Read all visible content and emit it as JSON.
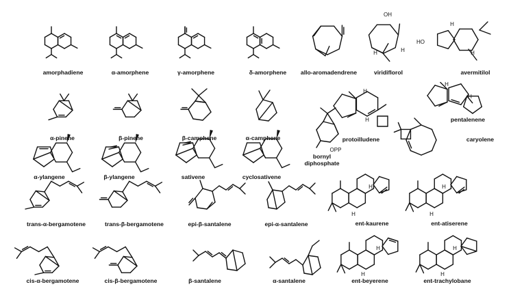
{
  "figure": {
    "compounds": [
      {
        "label": "amorphadiene",
        "parts": [
          {
            "t": "amorphadiene"
          }
        ]
      },
      {
        "label": "α-amorphene",
        "parts": [
          {
            "t": "α-amorphene"
          }
        ]
      },
      {
        "label": "γ-amorphene",
        "parts": [
          {
            "t": "γ-amorphene"
          }
        ]
      },
      {
        "label": "δ-amorphene",
        "parts": [
          {
            "t": "δ-amorphene"
          }
        ]
      },
      {
        "label": "allo-aromadendrene",
        "parts": [
          {
            "t": "allo",
            "i": true
          },
          {
            "t": "-aromadendrene"
          }
        ]
      },
      {
        "label": "viridiflorol",
        "parts": [
          {
            "t": "viridiflorol"
          }
        ],
        "atoms": [
          "OH",
          "H",
          "H"
        ]
      },
      {
        "label": "avermitilol",
        "parts": [
          {
            "t": "avermitilol"
          }
        ],
        "atoms": [
          "HO",
          "H",
          "H"
        ]
      },
      {
        "label": "α-pinene",
        "parts": [
          {
            "t": "α-pinene"
          }
        ]
      },
      {
        "label": "β-pinene",
        "parts": [
          {
            "t": "β-pinene"
          }
        ]
      },
      {
        "label": "β-camphene",
        "parts": [
          {
            "t": "β-camphene"
          }
        ]
      },
      {
        "label": "α-camphene",
        "parts": [
          {
            "t": "α-camphene"
          }
        ]
      },
      {
        "label": "protoilludene",
        "parts": [
          {
            "t": "protoilludene"
          }
        ],
        "atoms": [
          "H",
          "H"
        ]
      },
      {
        "label": "pentalenene",
        "parts": [
          {
            "t": "pentalenene"
          }
        ],
        "atoms": [
          "H",
          "H"
        ]
      },
      {
        "label": "bornyl diphosphate",
        "parts": [
          {
            "t": "bornyl"
          }
        ],
        "parts2": [
          {
            "t": "diphosphate"
          }
        ],
        "atoms": [
          "OPP"
        ]
      },
      {
        "label": "caryolene",
        "parts": [
          {
            "t": "caryolene"
          }
        ]
      },
      {
        "label": "α-ylangene",
        "parts": [
          {
            "t": "α-ylangene"
          }
        ]
      },
      {
        "label": "β-ylangene",
        "parts": [
          {
            "t": "β-ylangene"
          }
        ]
      },
      {
        "label": "sativene",
        "parts": [
          {
            "t": "sativene"
          }
        ]
      },
      {
        "label": "cyclosativene",
        "parts": [
          {
            "t": "cyclosativene"
          }
        ]
      },
      {
        "label": "ent-kaurene",
        "parts": [
          {
            "t": "ent",
            "i": true
          },
          {
            "t": "-kaurene"
          }
        ],
        "atoms": [
          "H",
          "H"
        ]
      },
      {
        "label": "ent-atiserene",
        "parts": [
          {
            "t": "ent",
            "i": true
          },
          {
            "t": "-atiserene"
          }
        ],
        "atoms": [
          "H",
          "H"
        ]
      },
      {
        "label": "trans-α-bergamotene",
        "parts": [
          {
            "t": "trans",
            "i": true
          },
          {
            "t": "-α-bergamotene"
          }
        ]
      },
      {
        "label": "trans-β-bergamotene",
        "parts": [
          {
            "t": "trans",
            "i": true
          },
          {
            "t": "-β-bergamotene"
          }
        ]
      },
      {
        "label": "epi-β-santalene",
        "parts": [
          {
            "t": "epi",
            "i": true
          },
          {
            "t": "-β-santalene"
          }
        ]
      },
      {
        "label": "epi-α-santalene",
        "parts": [
          {
            "t": "epi",
            "i": true
          },
          {
            "t": "-α-santalene"
          }
        ]
      },
      {
        "label": "cis-α-bergamotene",
        "parts": [
          {
            "t": "cis",
            "i": true
          },
          {
            "t": "-α-bergamotene"
          }
        ]
      },
      {
        "label": "cis-β-bergamotene",
        "parts": [
          {
            "t": "cis",
            "i": true
          },
          {
            "t": "-β-bergamotene"
          }
        ]
      },
      {
        "label": "β-santalene",
        "parts": [
          {
            "t": "β-santalene"
          }
        ]
      },
      {
        "label": "α-santalene",
        "parts": [
          {
            "t": "α-santalene"
          }
        ]
      },
      {
        "label": "ent-beyerene",
        "parts": [
          {
            "t": "ent",
            "i": true
          },
          {
            "t": "-beyerene"
          }
        ],
        "atoms": [
          "H",
          "H"
        ]
      },
      {
        "label": "ent-trachylobane",
        "parts": [
          {
            "t": "ent",
            "i": true
          },
          {
            "t": "-trachylobane"
          }
        ],
        "atoms": [
          "H",
          "H"
        ]
      }
    ]
  }
}
